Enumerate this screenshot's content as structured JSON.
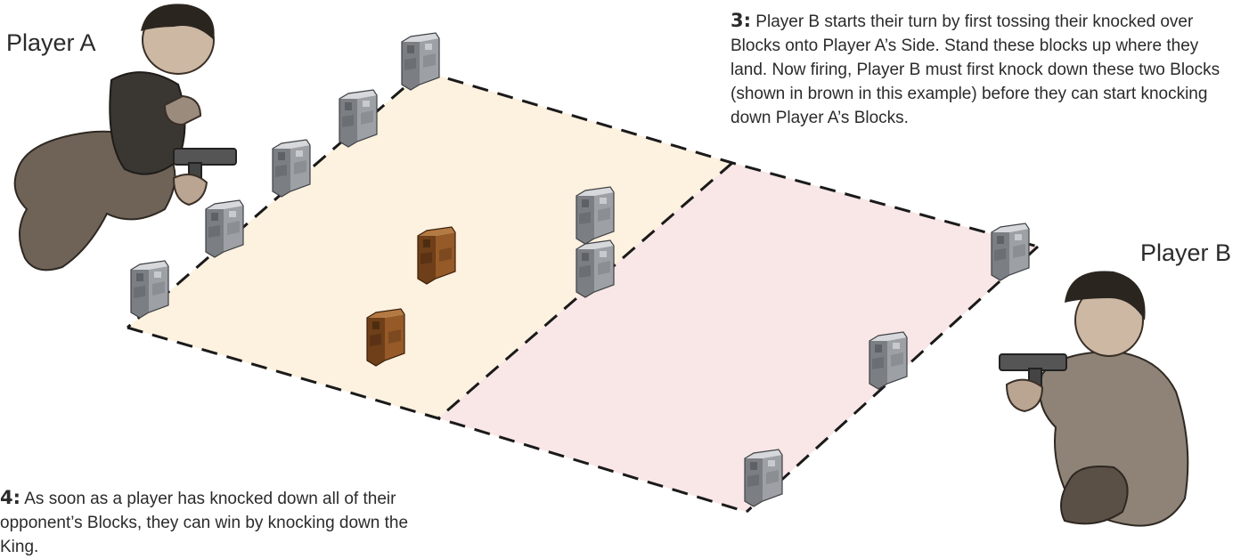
{
  "players": {
    "a_label": "Player A",
    "b_label": "Player B"
  },
  "steps": {
    "three": {
      "number": "3:",
      "text": "Player B starts their turn by first tossing their knocked over Blocks onto Player A’s Side. Stand these blocks up where they land. Now firing, Player B must first knock down these two Blocks (shown in brown in this example) before they can start knocking down Player A’s Blocks."
    },
    "four": {
      "number": "4:",
      "text": "As soon as a player has knocked down all of their opponent’s Blocks, they can win by knocking down the King."
    }
  },
  "colors": {
    "side_a_fill": "#fdf1df",
    "side_b_fill": "#f9e6e6",
    "dash": "#1a1a1a",
    "block_grey": "#8f9398",
    "block_brown": "#8a5326"
  },
  "icons": [
    "player-a-figure-icon",
    "player-b-figure-icon",
    "grey-block-icon",
    "brown-block-icon",
    "blaster-icon"
  ]
}
